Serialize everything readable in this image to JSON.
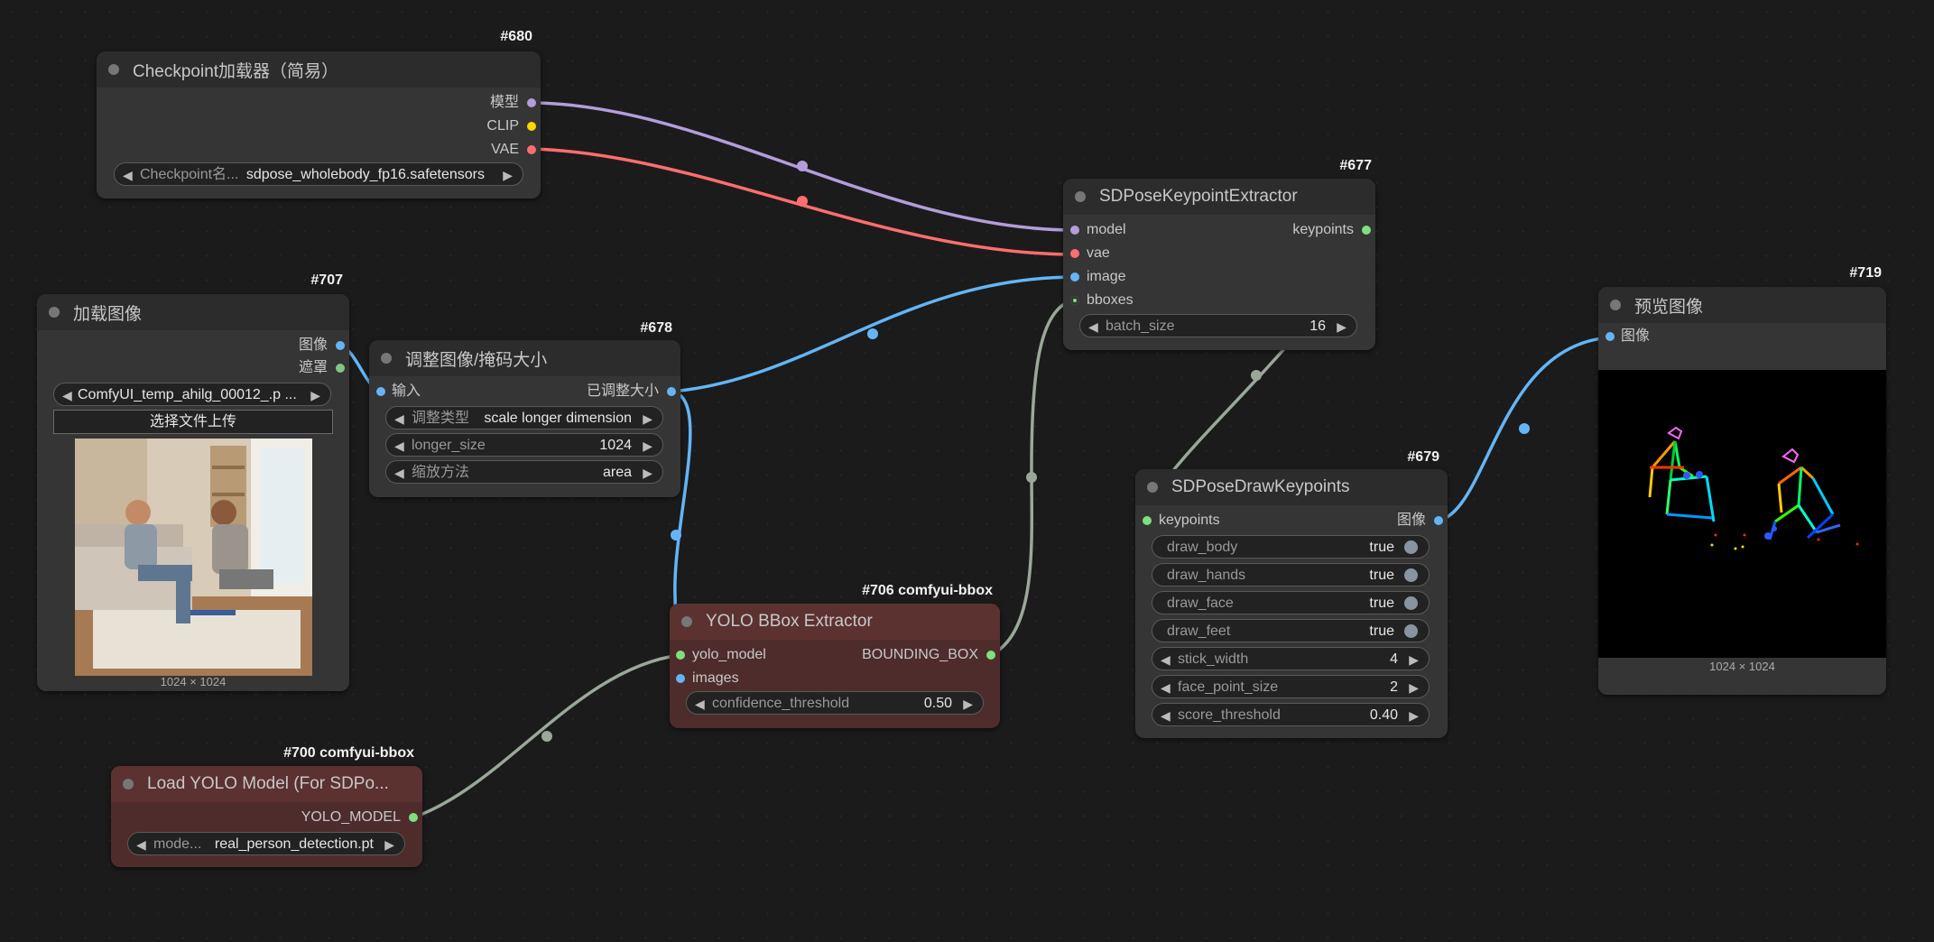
{
  "nodes": {
    "checkpoint_loader": {
      "badge": "#680",
      "title": "Checkpoint加载器（简易）",
      "outputs": [
        "模型",
        "CLIP",
        "VAE"
      ],
      "widget_label": "Checkpoint名...",
      "widget_value": "sdpose_wholebody_fp16.safetensors"
    },
    "load_image": {
      "badge": "#707",
      "title": "加载图像",
      "outputs": [
        "图像",
        "遮罩"
      ],
      "file_value": "ComfyUI_temp_ahilg_00012_.p ...",
      "upload_label": "选择文件上传",
      "caption": "1024 × 1024"
    },
    "resize_image": {
      "badge": "#678",
      "title": "调整图像/掩码大小",
      "input": "输入",
      "output": "已调整大小",
      "widgets": [
        {
          "label": "调整类型",
          "value": "scale longer dimension"
        },
        {
          "label": "longer_size",
          "value": "1024"
        },
        {
          "label": "缩放方法",
          "value": "area"
        }
      ]
    },
    "keypoint_extractor": {
      "badge": "#677",
      "title": "SDPoseKeypointExtractor",
      "inputs": [
        "model",
        "vae",
        "image",
        "bboxes"
      ],
      "output": "keypoints",
      "widget_label": "batch_size",
      "widget_value": "16"
    },
    "preview_image": {
      "badge": "#719",
      "title": "预览图像",
      "input": "图像",
      "caption": "1024 × 1024"
    },
    "draw_keypoints": {
      "badge": "#679",
      "title": "SDPoseDrawKeypoints",
      "input": "keypoints",
      "output": "图像",
      "toggles": [
        {
          "label": "draw_body",
          "value": "true"
        },
        {
          "label": "draw_hands",
          "value": "true"
        },
        {
          "label": "draw_face",
          "value": "true"
        },
        {
          "label": "draw_feet",
          "value": "true"
        }
      ],
      "widgets": [
        {
          "label": "stick_width",
          "value": "4"
        },
        {
          "label": "face_point_size",
          "value": "2"
        },
        {
          "label": "score_threshold",
          "value": "0.40"
        }
      ]
    },
    "yolo_bbox": {
      "badge": "#706 comfyui-bbox",
      "title": "YOLO BBox Extractor",
      "inputs": [
        "yolo_model",
        "images"
      ],
      "output": "BOUNDING_BOX",
      "widget_label": "confidence_threshold",
      "widget_value": "0.50"
    },
    "load_yolo": {
      "badge": "#700 comfyui-bbox",
      "title": "Load YOLO Model (For SDPo...",
      "output": "YOLO_MODEL",
      "widget_label": "mode...",
      "widget_value": "real_person_detection.pt"
    }
  },
  "colors": {
    "model": "#b39ddb",
    "clip": "#ffd500",
    "vae": "#ff6e6e",
    "image": "#64b5f6",
    "mask": "#81c784",
    "generic": "#9aa89a",
    "keypoints": "#7ee07e"
  }
}
